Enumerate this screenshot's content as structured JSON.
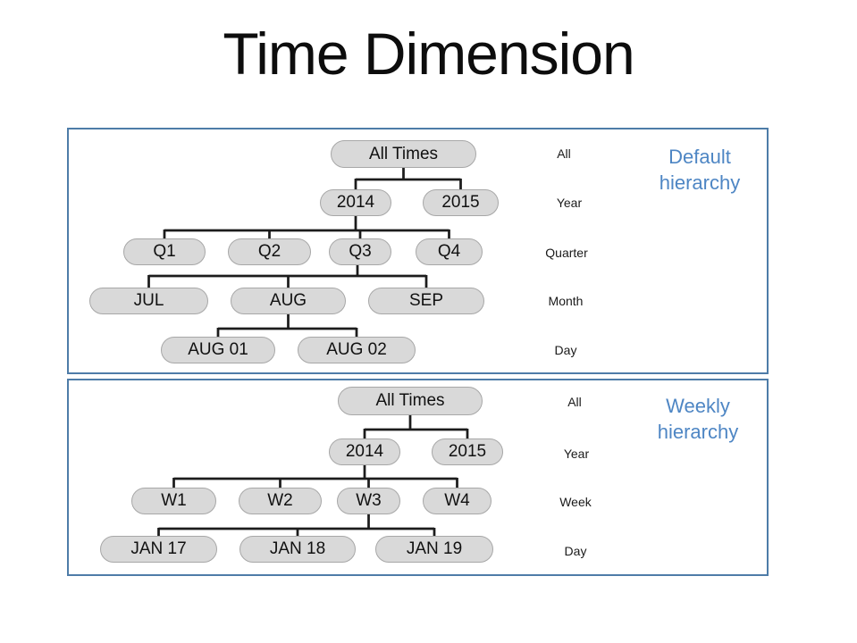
{
  "slide": {
    "title": "Time Dimension"
  },
  "colors": {
    "panel_border": "#4e7ca8",
    "heading_text": "#4e86c4",
    "node_fill": "#d9d9d9",
    "node_border": "#a7a7a7",
    "node_text": "#111111",
    "connector": "#1c1c1c",
    "background": "#ffffff"
  },
  "panels": [
    {
      "heading": [
        "Default",
        "hierarchy"
      ],
      "levels": [
        "All",
        "Year",
        "Quarter",
        "Month",
        "Day"
      ],
      "nodes": [
        "All Times",
        "2014",
        "2015",
        "Q1",
        "Q2",
        "Q3",
        "Q4",
        "JUL",
        "AUG",
        "SEP",
        "AUG 01",
        "AUG 02"
      ]
    },
    {
      "heading": [
        "Weekly",
        "hierarchy"
      ],
      "levels": [
        "All",
        "Year",
        "Week",
        "Day"
      ],
      "nodes": [
        "All Times",
        "2014",
        "2015",
        "W1",
        "W2",
        "W3",
        "W4",
        "JAN 17",
        "JAN 18",
        "JAN 19"
      ]
    }
  ]
}
